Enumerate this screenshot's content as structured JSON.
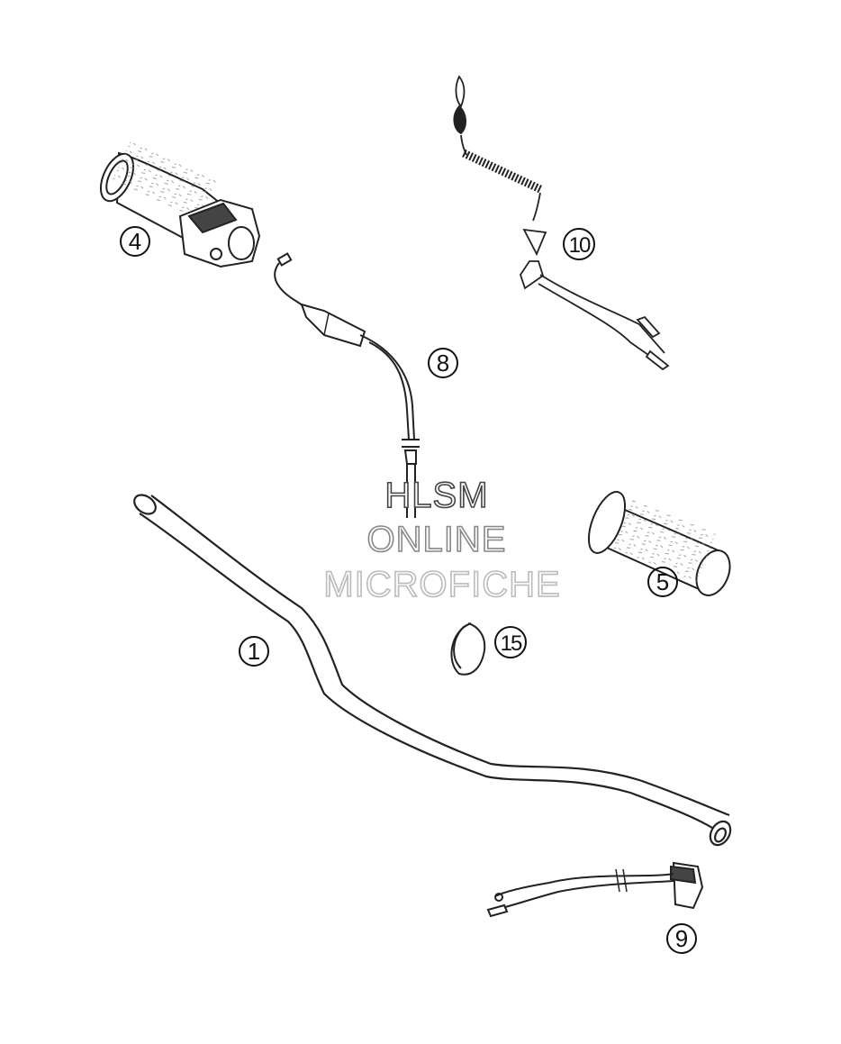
{
  "callouts": [
    {
      "id": "4",
      "label": "4"
    },
    {
      "id": "10",
      "label": "10"
    },
    {
      "id": "8",
      "label": "8"
    },
    {
      "id": "5",
      "label": "5"
    },
    {
      "id": "1",
      "label": "1"
    },
    {
      "id": "15",
      "label": "15"
    },
    {
      "id": "9",
      "label": "9"
    }
  ],
  "watermark": {
    "line1": "HLSM",
    "line2": "ONLINE",
    "line3": "MICROFICHE",
    "colors": [
      "#444444",
      "#888888",
      "#bbbbbb"
    ]
  },
  "colors": {
    "line": "#222222",
    "background": "#ffffff"
  }
}
